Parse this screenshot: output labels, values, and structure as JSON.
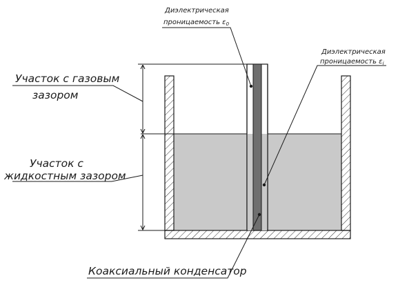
{
  "labels": {
    "gas_section": [
      "Участок с газовым",
      "зазором"
    ],
    "liquid_section": [
      "Участок с",
      "жидкостным зазором"
    ],
    "capacitor": "Коаксиальный конденсатор",
    "permittivity_gas": [
      "Диэлектрическая",
      "проницаемость ε",
      "0"
    ],
    "permittivity_liquid": [
      "Диэлектрическая",
      "проницаемость ε",
      "i"
    ]
  },
  "colors": {
    "liquid_fill": "#c9c9c9",
    "inner_rod": "#6f6f6f",
    "hatch": "#333333",
    "line": "#1a1a1a"
  }
}
